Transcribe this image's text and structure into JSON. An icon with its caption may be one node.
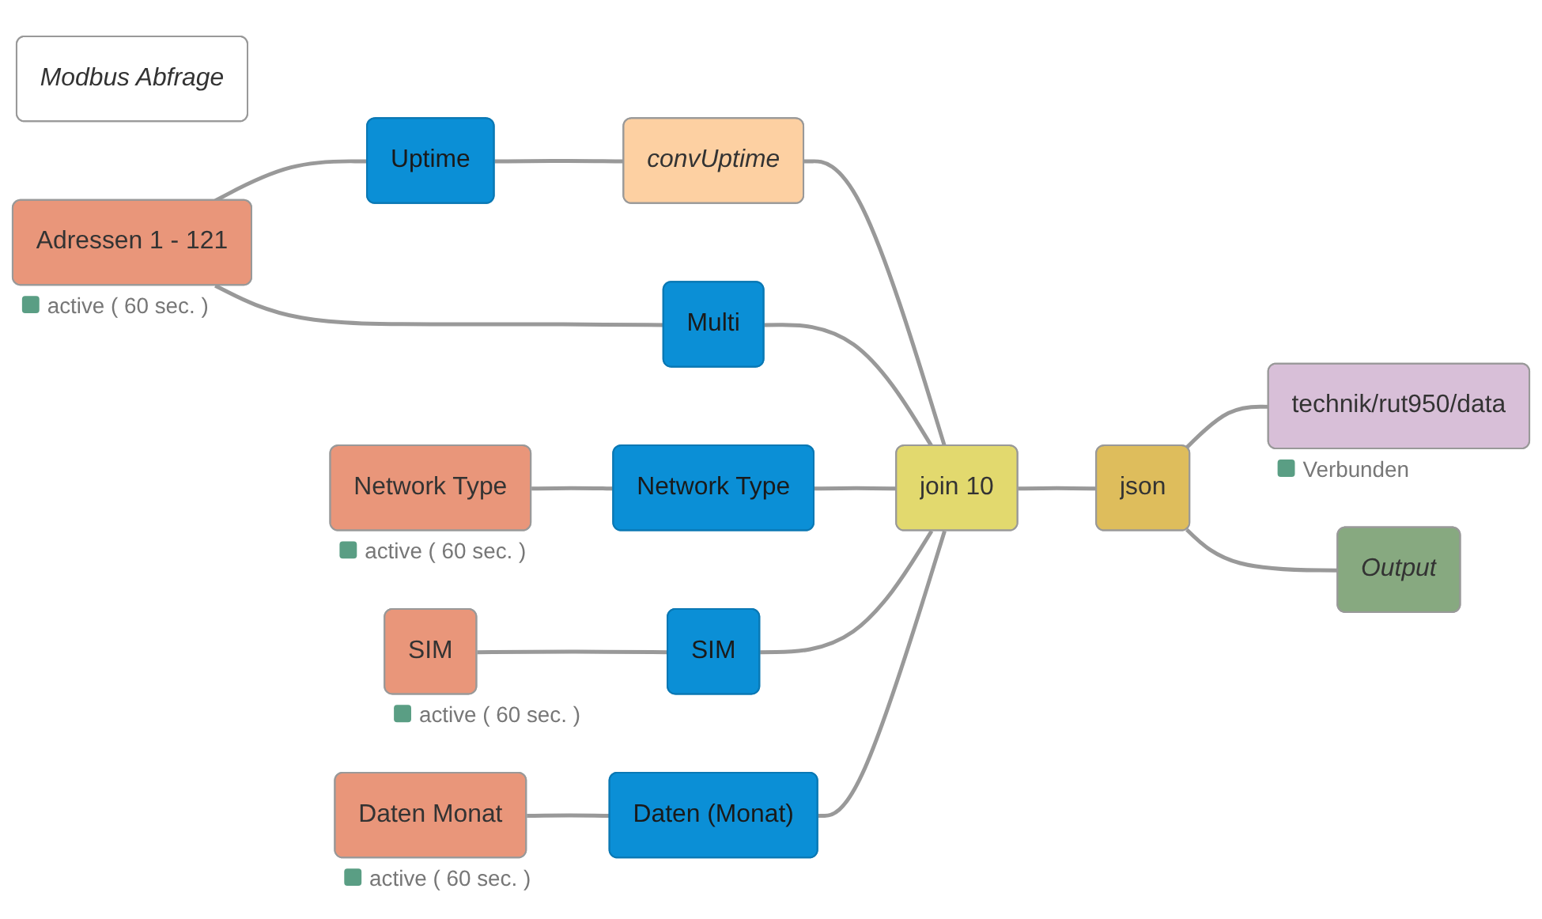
{
  "diagram": {
    "nodes": [
      {
        "text": [
          "Modbus Abfrage"
        ]
      },
      {
        "text": [
          "Adressen 1 - 121"
        ],
        "beside": [
          "active ( 60 sec. )"
        ]
      },
      {
        "text": [
          "Uptime"
        ]
      },
      {
        "text": [
          "convUptime"
        ]
      },
      {
        "text": [
          "Multi"
        ]
      },
      {
        "text": [
          "Network Type"
        ],
        "beside": [
          "active ( 60 sec. )"
        ]
      },
      {
        "text": [
          "Network Type"
        ]
      },
      {
        "text": [
          "SIM"
        ],
        "beside": [
          "active ( 60 sec. )"
        ]
      },
      {
        "text": [
          "SIM"
        ]
      },
      {
        "text": [
          "Daten Monat"
        ],
        "beside": [
          "active ( 60 sec. )"
        ]
      },
      {
        "text": [
          "Daten (Monat)"
        ]
      },
      {
        "text": [
          "join 10"
        ]
      },
      {
        "text": [
          "json"
        ]
      },
      {
        "text": [
          "technik/rut950/data"
        ],
        "beside": [
          "Verbunden"
        ]
      },
      {
        "text": [
          "Output"
        ]
      }
    ],
    "edges": [
      {
        "from": 1,
        "to": 2,
        "arrow": "none"
      },
      {
        "from": 1,
        "to": 4,
        "arrow": "none"
      },
      {
        "from": 2,
        "to": 3,
        "arrow": "none"
      },
      {
        "from": 3,
        "to": 11,
        "arrow": "none"
      },
      {
        "from": 4,
        "to": 11,
        "arrow": "none"
      },
      {
        "from": 5,
        "to": 6,
        "arrow": "none"
      },
      {
        "from": 6,
        "to": 11,
        "arrow": "none"
      },
      {
        "from": 7,
        "to": 8,
        "arrow": "none"
      },
      {
        "from": 8,
        "to": 11,
        "arrow": "none"
      },
      {
        "from": 9,
        "to": 10,
        "arrow": "none"
      },
      {
        "from": 10,
        "to": 11,
        "arrow": "none"
      },
      {
        "from": 11,
        "to": 12,
        "arrow": "none"
      },
      {
        "from": 12,
        "to": 13,
        "arrow": "none"
      },
      {
        "from": 12,
        "to": 14,
        "arrow": "none"
      }
    ]
  }
}
